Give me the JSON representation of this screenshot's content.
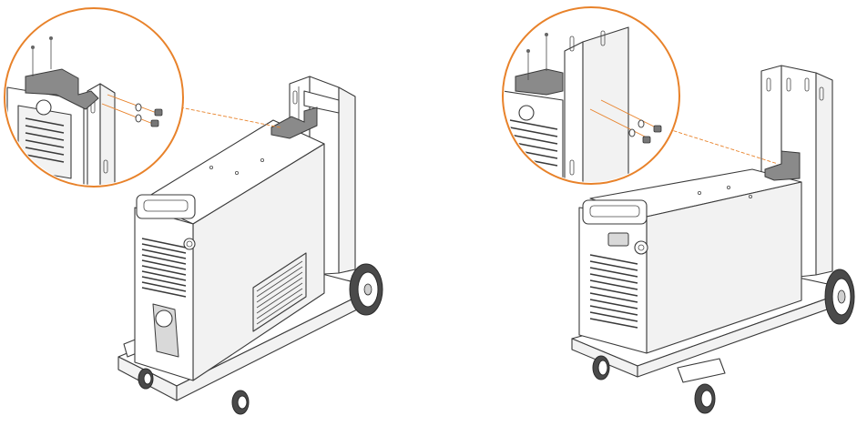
{
  "figure": {
    "panels": [
      {
        "id": "left",
        "view": "bracket-mounting-front-three-quarter"
      },
      {
        "id": "right",
        "view": "bracket-mounting-side-three-quarter"
      }
    ],
    "colors": {
      "callout": "#e8822a",
      "outline": "#3a3a3a",
      "bracket": "#8a8a8a",
      "background": "#ffffff"
    },
    "icons": [
      "detail-magnifier-circle",
      "screw-icon",
      "washer-icon",
      "wheel-icon",
      "handle-icon"
    ]
  }
}
